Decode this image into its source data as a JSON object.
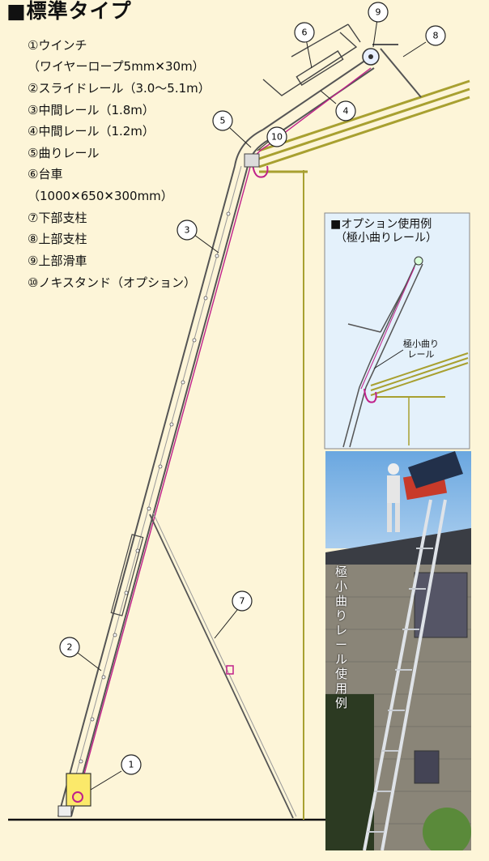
{
  "title": "■標準タイプ",
  "specs": [
    "①ウインチ",
    "（ワイヤーロープ5mm✕30m）",
    "②スライドレール（3.0〜5.1m）",
    "③中間レール（1.8m）",
    "④中間レール（1.2m）",
    "⑤曲りレール",
    "⑥台車",
    "（1000✕650✕300mm）",
    "⑦下部支柱",
    "⑧上部支柱",
    "⑨上部滑車",
    "⑩ノキスタンド（オプション）"
  ],
  "callouts": [
    "1",
    "2",
    "3",
    "4",
    "5",
    "6",
    "7",
    "8",
    "9",
    "10"
  ],
  "inset": {
    "title_line1": "■オプション使用例",
    "title_line2": "（極小曲りレール）",
    "label_line1": "極小曲り",
    "label_line2": "レール"
  },
  "photo": {
    "caption": "極小曲りレール使用例"
  },
  "colors": {
    "background": "#fdf5d8",
    "roof": "#a8a030",
    "wire": "#c0208a",
    "inset_bg": "#e4f1fb"
  }
}
